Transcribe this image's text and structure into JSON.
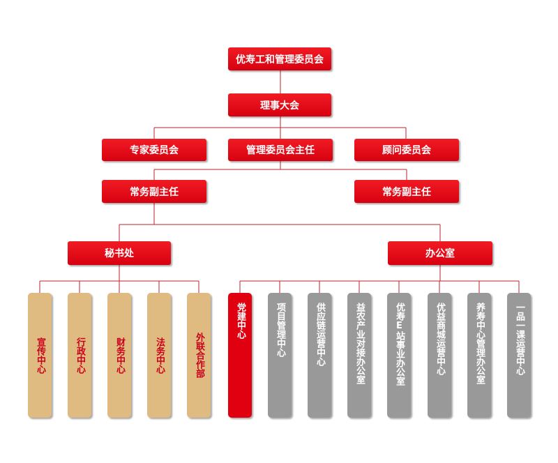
{
  "org": {
    "top": "优寿工和管理委员会",
    "assembly": "理事大会",
    "experts": "专家委员会",
    "director": "管理委员会主任",
    "advisors": "顾问委员会",
    "vice_left": "常务副主任",
    "vice_right": "常务副主任",
    "secretariat": "秘书处",
    "office": "办公室",
    "secretariat_units": [
      "宣传中心",
      "行政中心",
      "财务中心",
      "法务中心",
      "外联合作部"
    ],
    "office_units": [
      "党建中心",
      "项目管理中心",
      "供应链运营中心",
      "益农产业对接办公室",
      "优寿E站事业办公室",
      "优益商城运营中心",
      "养寿中心管理办公室",
      "一品一课运营中心"
    ]
  },
  "colors": {
    "red": "#e60012",
    "tan": "#dfbb82",
    "gray": "#999999",
    "line": "#c0202a"
  }
}
